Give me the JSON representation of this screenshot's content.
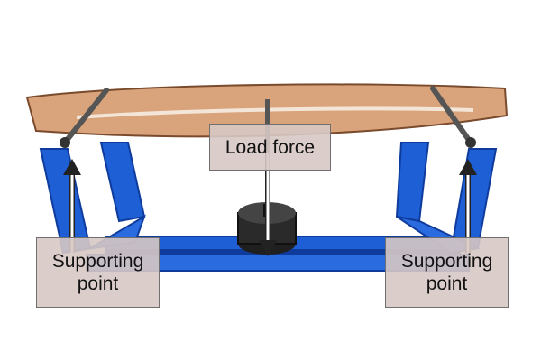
{
  "labels": {
    "load_force": "Load force",
    "left_support": [
      "Supporting",
      "point"
    ],
    "right_support": [
      "Supporting",
      "point"
    ]
  },
  "colors": {
    "frame_blue": "#1f5fd6",
    "frame_dark": "#0f3c9c",
    "wood": "#d9a47c",
    "wood_edge": "#7a4a2c",
    "metal": "#555555",
    "weight": "#2a2a2a",
    "label_fill": "#d6c8c4",
    "arrow": "#ffffff"
  }
}
